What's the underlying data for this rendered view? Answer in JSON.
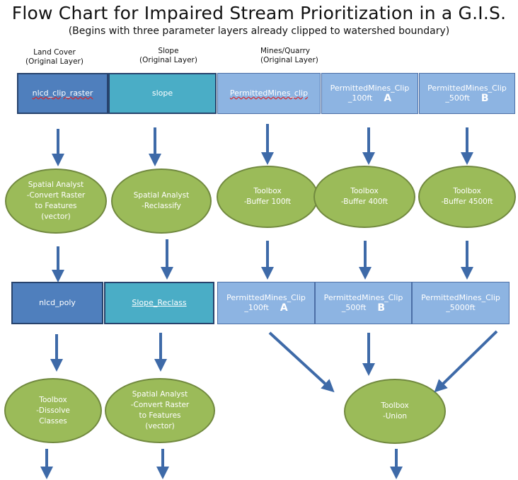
{
  "title": "Flow Chart for Impaired Stream Prioritization in a G.I.S.",
  "subtitle": "(Begins with three parameter layers already clipped to watershed boundary)",
  "headers": [
    {
      "line1": "Land Cover",
      "line2": "(Original Layer)"
    },
    {
      "line1": "Slope",
      "line2": "(Original Layer)"
    },
    {
      "line1": "Mines/Quarry",
      "line2": "(Original Layer)"
    }
  ],
  "row1": [
    {
      "label": "nlcd_clip_raster"
    },
    {
      "label": "slope"
    },
    {
      "label": "PermittedMines_clip"
    },
    {
      "line1": "PermittedMines_Clip",
      "line2": "_100ft",
      "letter": "A"
    },
    {
      "line1": "PermittedMines_Clip",
      "line2": "_500ft",
      "letter": "B"
    }
  ],
  "ellipses1": [
    {
      "lines": [
        "Spatial Analyst",
        "-Convert Raster",
        "to Features",
        "(vector)"
      ]
    },
    {
      "lines": [
        "Spatial Analyst",
        "-Reclassify"
      ]
    },
    {
      "lines": [
        "Toolbox",
        "-Buffer 100ft"
      ]
    },
    {
      "lines": [
        "Toolbox",
        "-Buffer 400ft"
      ]
    },
    {
      "lines": [
        "Toolbox",
        "-Buffer 4500ft"
      ]
    }
  ],
  "row2": [
    {
      "label": "nlcd_poly"
    },
    {
      "label": "Slope_Reclass"
    },
    {
      "line1": "PermittedMines_Clip",
      "line2": "_100ft",
      "letter": "A"
    },
    {
      "line1": "PermittedMines_Clip",
      "line2": "_500ft",
      "letter": "B"
    },
    {
      "line1": "PermittedMines_Clip",
      "line2": "_5000ft",
      "letter": ""
    }
  ],
  "ellipses2": [
    {
      "lines": [
        "Toolbox",
        "-Dissolve",
        "Classes"
      ]
    },
    {
      "lines": [
        "Spatial Analyst",
        "-Convert Raster",
        "to Features",
        "(vector)"
      ]
    },
    {
      "lines": [
        "Toolbox",
        "-Union"
      ]
    }
  ]
}
